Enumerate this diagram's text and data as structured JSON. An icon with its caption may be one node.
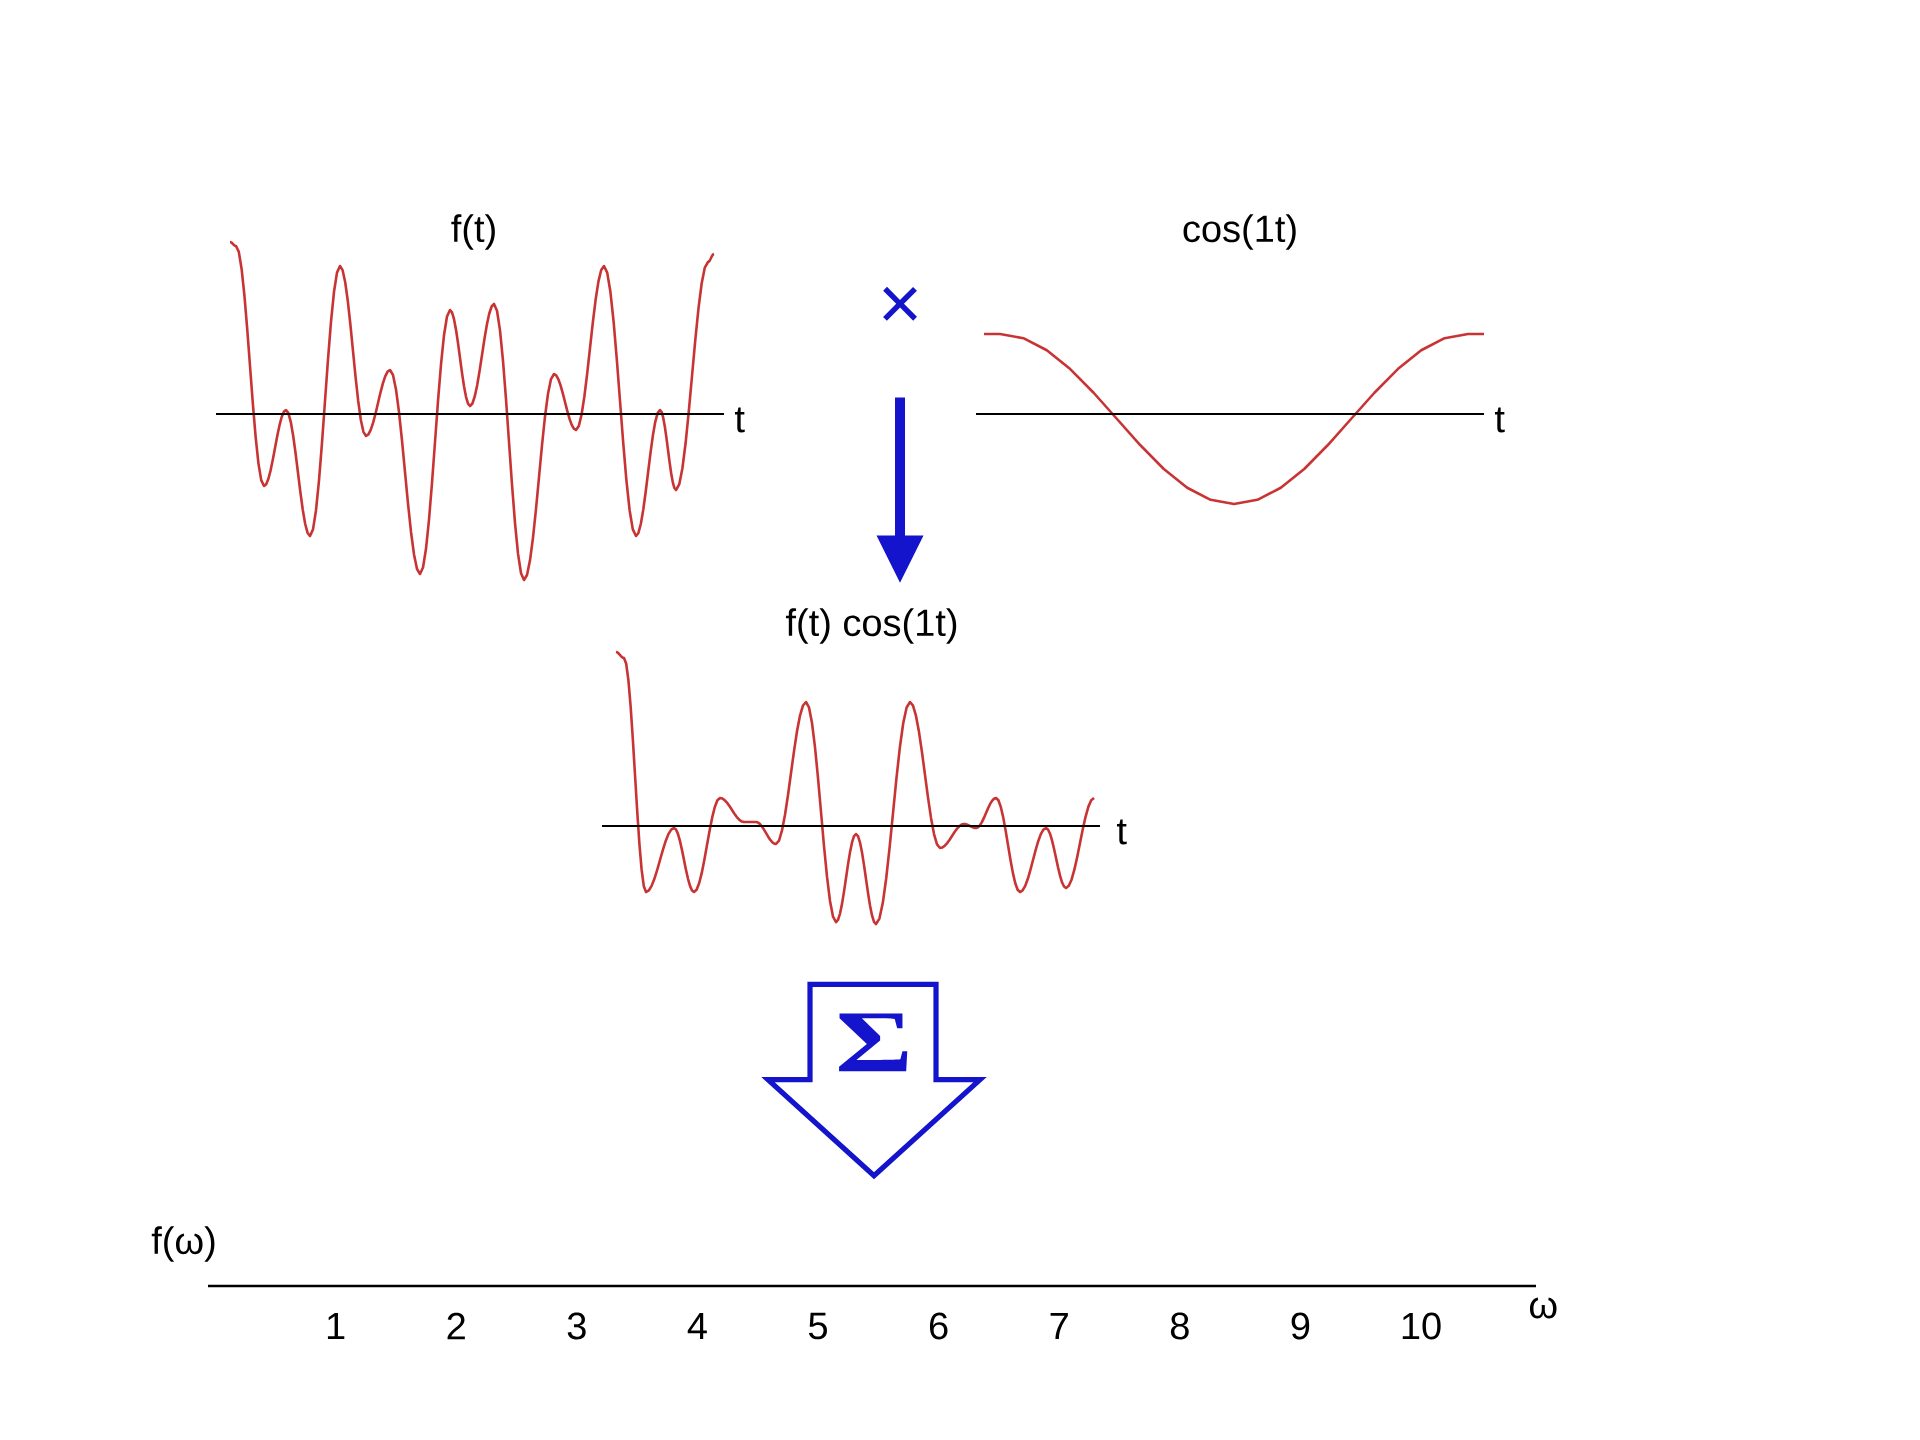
{
  "diagram": {
    "nodes": [
      {
        "text": [
          "f(t)",
          "t"
        ]
      },
      {
        "text": [
          "×"
        ]
      },
      {
        "text": [
          "cos(1t)",
          "t"
        ]
      },
      {
        "text": [
          "f(t) cos(1t)",
          "t"
        ]
      },
      {
        "text": [
          "f(ω)",
          "ω"
        ]
      }
    ],
    "edges": [
      {
        "from": 1,
        "to": 3,
        "arrow": "to"
      },
      {
        "from": 3,
        "to": 4,
        "arrow": "to",
        "label": "Σ",
        "style": "thick"
      }
    ],
    "labels": [
      "1",
      "2",
      "3",
      "4",
      "5",
      "6",
      "7",
      "8",
      "9",
      "10"
    ]
  }
}
